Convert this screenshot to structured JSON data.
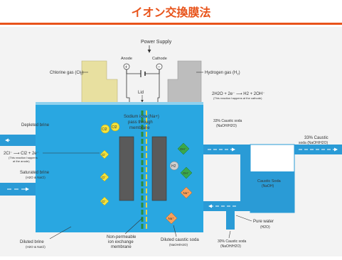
{
  "header": {
    "title": "イオン交換膜法"
  },
  "labels": {
    "power_supply": "Power Supply",
    "anode": "Anode",
    "cathode": "Cathode",
    "anode_sign": "+",
    "cathode_sign": "−",
    "lid": "Lid",
    "chlorine_gas": "Chlorine gas (Cl",
    "chlorine_gas_sub": "2",
    "chlorine_gas_end": ")",
    "hydrogen_gas": "Hydrogen gas (H",
    "hydrogen_gas_sub": "2",
    "hydrogen_gas_end": ")",
    "cathode_reaction": "2H2O + 2e⁻ ⟶ H2 + 2OH⁻",
    "cathode_reaction_note": "(This reaction happens at the cathode)",
    "sodium_ions_1": "Sodium ions (Na+)",
    "sodium_ions_2": "pass through",
    "sodium_ions_3": "membrane",
    "depleted_brine": "Depleted brine",
    "anode_reaction": "2Cl⁻ ⟶ Cl2 + 2e⁻",
    "anode_reaction_note_1": "(This reaction happens",
    "anode_reaction_note_2": "at the anode)",
    "saturated_brine": "Saturated brine",
    "saturated_brine_sub": "(H2O & NaCl)",
    "diluted_brine": "Diluted brine",
    "diluted_brine_sub": "(H2O & NaCl)",
    "non_permeable_1": "Non-permeable",
    "non_permeable_2": "ion exchange",
    "non_permeable_3": "membrane",
    "diluted_caustic": "Diluted caustic soda",
    "diluted_caustic_sub": "(NaOH/H2O)",
    "caustic_33_1": "33% Caustic soda",
    "caustic_33_2": "(NaOH/H2O)",
    "caustic_30_1": "30% Caustic soda",
    "caustic_30_2": "(NaOH/H2O)",
    "pure_water_1": "Pure water",
    "pure_water_2": "(H2O)",
    "caustic_soda_tank_1": "Caustic Soda",
    "caustic_soda_tank_2": "(NaOH)",
    "caustic_33_out_1": "33% Caustic",
    "caustic_33_out_2": "soda (NaOH/H2O)"
  },
  "ions": {
    "cl2": "Cl2",
    "cl_minus": "Cl⁻",
    "na_plus": "Na⁺",
    "oh_minus": "OH⁻",
    "h2": "H2"
  },
  "colors": {
    "accent": "#e8531a",
    "water": "#2a9bd6",
    "water_light": "#6cc5ef",
    "tank_bg": "#29a7e1",
    "electrode": "#5a5a5a",
    "anode_gas": "#e8e0a0",
    "cathode_gas": "#bdbdbd",
    "cl_ion": "#f4e23b",
    "na_ion": "#f7a05a",
    "oh_ion": "#3aa84a"
  }
}
